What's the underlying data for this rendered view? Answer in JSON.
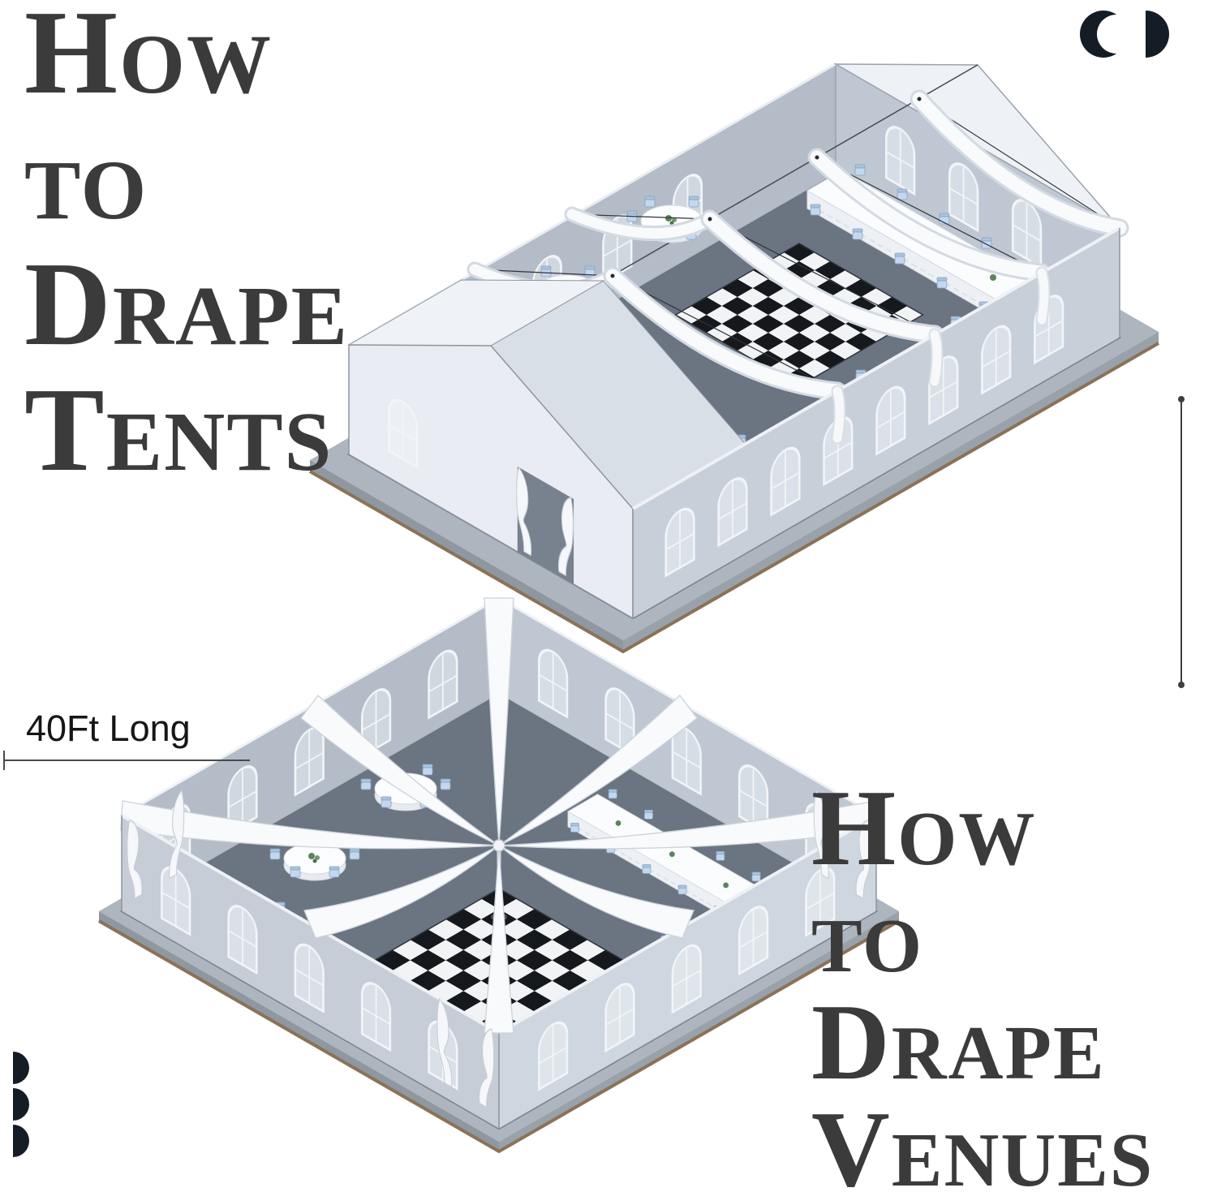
{
  "titles": {
    "top": {
      "line1": "How",
      "line2": "to",
      "line3": "Drape",
      "line4": "Tents"
    },
    "bottom": {
      "line1": "How",
      "line2": "to",
      "line3": "Drape",
      "line4": "Venues"
    }
  },
  "dimension": {
    "length_label": "40Ft Long"
  },
  "icons": {
    "top_right_logo": "crescent-and-half-circle-logo",
    "bottom_left_logo": "stacked-half-circles-logo"
  },
  "colors": {
    "title_text": "#3b3b3b",
    "dimension_text": "#161616",
    "logo_ink": "#141c26",
    "wall_light": "#c9d1db",
    "wall_interior": "#b3bcc7",
    "gable_white": "#e9edf3",
    "interior_floor": "#6a7581",
    "drape_white": "#f8fafc",
    "chair_blue": "#c3d7ee",
    "dance_floor_dark": "#15181d",
    "dance_floor_light": "#f2f3f5",
    "platform_edge_brown": "#8b7257"
  }
}
